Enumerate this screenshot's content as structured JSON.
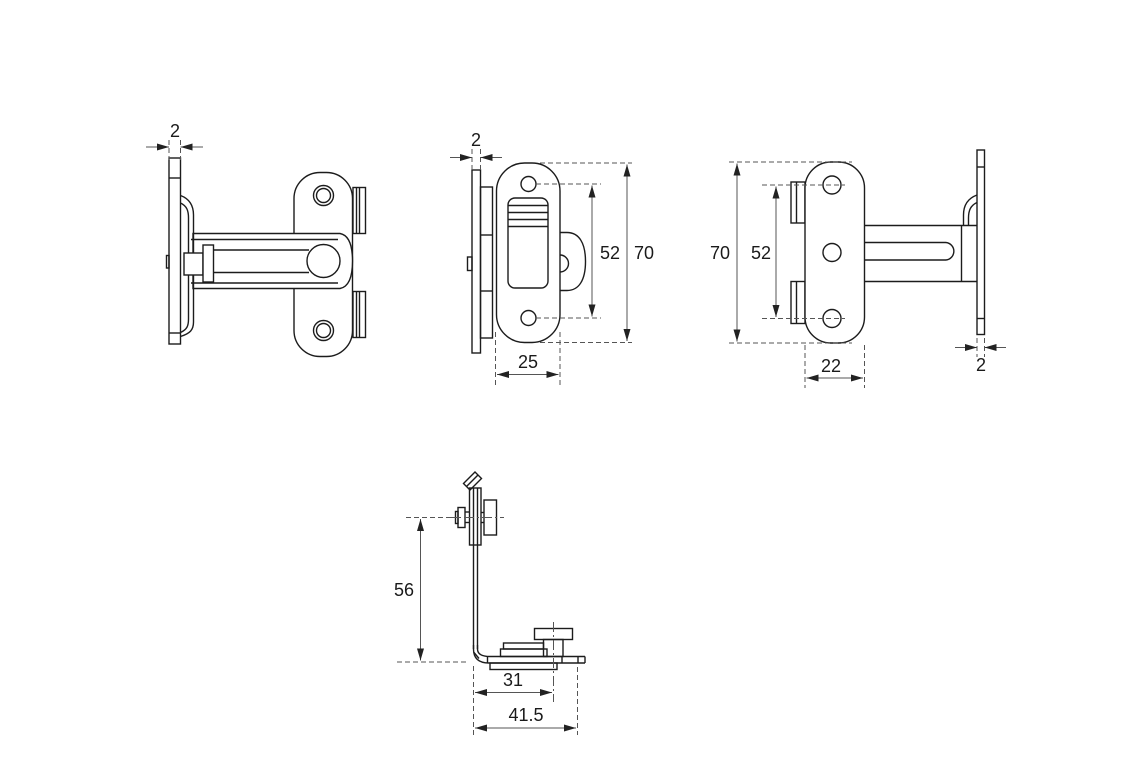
{
  "page": {
    "description": "Technical drawing of a surface bolt / gate latch shown in four orthographic views with dimensions in millimetres"
  },
  "dims": {
    "side": {
      "plate_thickness": "2"
    },
    "front": {
      "plate_thickness": "2",
      "hole_spacing": "52",
      "height": "70",
      "width": "25"
    },
    "back": {
      "height": "70",
      "hole_spacing": "52",
      "width": "22",
      "plate_thickness": "2"
    },
    "bottom": {
      "height": "56",
      "slide_travel": "31",
      "overall_depth": "41.5"
    }
  },
  "colors": {
    "line": "#1c1c1c",
    "dimension": "#444444",
    "text": "#1a1a1a",
    "background": "#ffffff"
  }
}
